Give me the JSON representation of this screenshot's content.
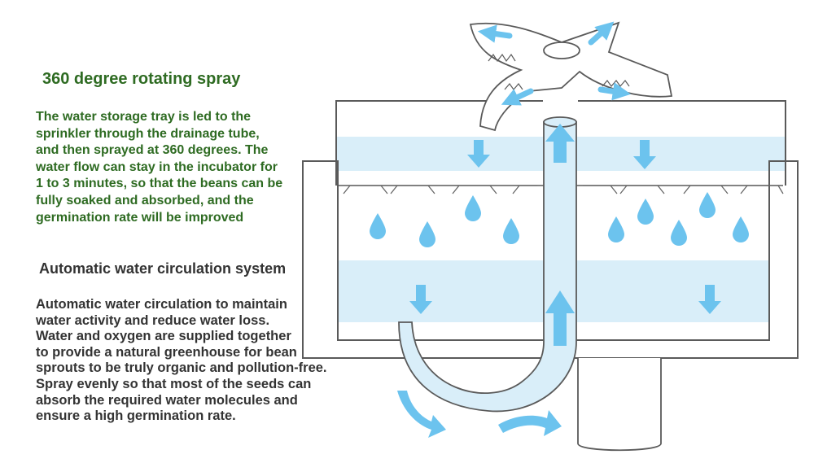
{
  "section1": {
    "title": "360 degree rotating spray",
    "body": "The water storage tray is led to the\nsprinkler through the drainage tube,\nand then sprayed at 360 degrees. The\nwater flow can stay in the incubator for\n1 to 3 minutes, so that the beans can be\nfully soaked and absorbed, and the\ngermination rate will be improved"
  },
  "section2": {
    "title": "Automatic water circulation system",
    "body": "Automatic water circulation to maintain\nwater activity and reduce water loss.\nWater and oxygen are supplied together\nto provide a natural greenhouse for bean\nsprouts to be truly organic and pollution-free.\nSpray evenly so that most of the seeds can\nabsorb the required water molecules and\nensure a high germination rate."
  },
  "colors": {
    "heading_green": "#2e6b22",
    "body_dark": "#333333",
    "water_fill": "#d9eef9",
    "arrow_blue": "#6cc3ee",
    "outline_gray": "#5a5a5a"
  },
  "icons": [
    "down-arrow-icon",
    "up-arrow-icon",
    "water-drop-icon",
    "curved-arrow-icon"
  ]
}
